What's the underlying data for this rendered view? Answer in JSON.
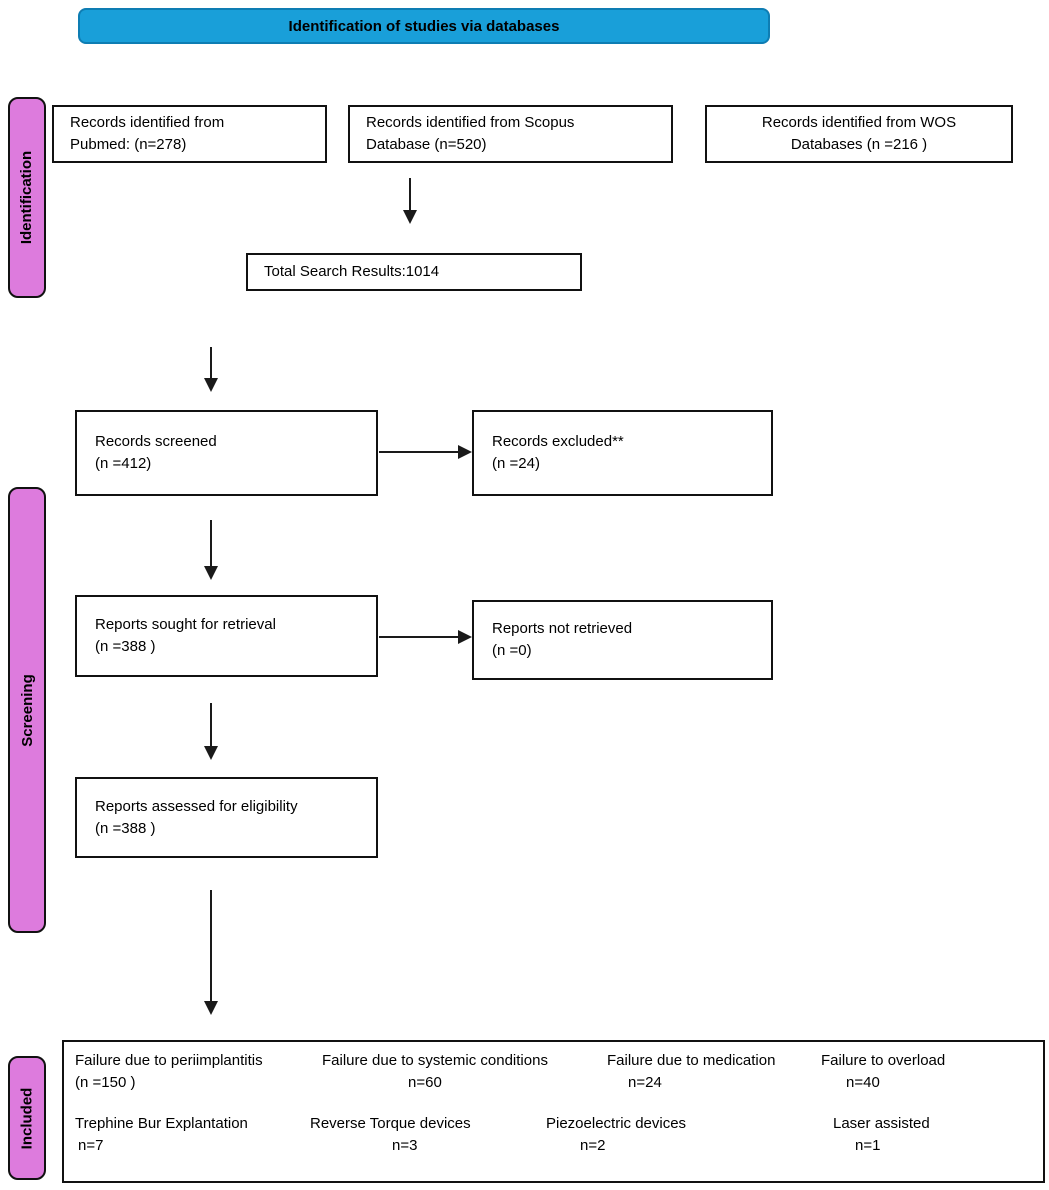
{
  "header": {
    "title": "Identification of studies via databases"
  },
  "colors": {
    "header_fill": "#199fd9",
    "header_border": "#0e7db3",
    "stage_fill": "#dd7bdd",
    "box_border": "#111111",
    "text": "#000000"
  },
  "stages": {
    "identification": "Identification",
    "screening": "Screening",
    "included": "Included"
  },
  "boxes": {
    "pubmed": {
      "line1": "Records identified from",
      "line2": "Pubmed: (n=278)"
    },
    "scopus": {
      "line1": "Records identified from Scopus",
      "line2": "Database (n=520)"
    },
    "wos": {
      "line1": "Records identified from WOS",
      "line2": "Databases (n =216 )"
    },
    "total": {
      "line1": "Total Search Results:1014"
    },
    "screened": {
      "line1": "Records screened",
      "line2": "(n =412)"
    },
    "excluded": {
      "line1": "Records excluded**",
      "line2": "(n =24)"
    },
    "sought": {
      "line1": "Reports sought for retrieval",
      "line2": "(n =388 )"
    },
    "not_retrieved": {
      "line1": "Reports not retrieved",
      "line2": "(n =0)"
    },
    "assessed": {
      "line1": "Reports assessed for eligibility",
      "line2": "(n =388 )"
    }
  },
  "included_box": {
    "row1": [
      {
        "label": "Failure due to periimplantitis",
        "n": "(n =150 )"
      },
      {
        "label": "Failure due to systemic conditions",
        "n": "n=60"
      },
      {
        "label": "Failure due to medication",
        "n": "n=24"
      },
      {
        "label": "Failure to overload",
        "n": "n=40"
      }
    ],
    "row2": [
      {
        "label": "Trephine Bur Explantation",
        "n": "n=7"
      },
      {
        "label": "Reverse Torque devices",
        "n": "n=3"
      },
      {
        "label": "Piezoelectric devices",
        "n": "n=2"
      },
      {
        "label": "Laser assisted",
        "n": "n=1"
      }
    ]
  }
}
